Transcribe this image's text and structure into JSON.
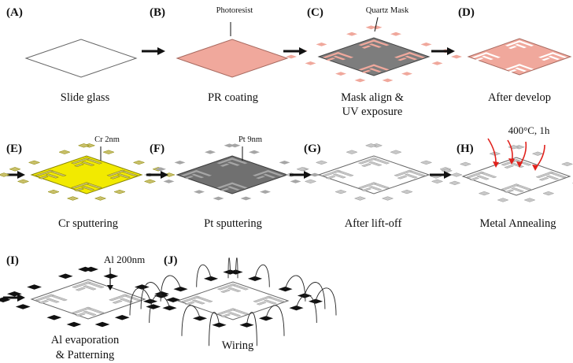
{
  "steps": [
    {
      "letter": "(A)",
      "caption": [
        "Slide glass"
      ]
    },
    {
      "letter": "(B)",
      "caption": [
        "PR coating"
      ],
      "callout": "Photoresist"
    },
    {
      "letter": "(C)",
      "caption": [
        "Mask align &",
        "UV exposure"
      ],
      "callout": "Quartz  Mask"
    },
    {
      "letter": "(D)",
      "caption": [
        "After develop"
      ]
    },
    {
      "letter": "(E)",
      "caption": [
        "Cr sputtering"
      ],
      "callout": "Cr 2nm"
    },
    {
      "letter": "(F)",
      "caption": [
        "Pt sputtering"
      ],
      "callout": "Pt 9nm"
    },
    {
      "letter": "(G)",
      "caption": [
        "After lift-off"
      ]
    },
    {
      "letter": "(H)",
      "caption": [
        "Metal Annealing"
      ],
      "callout": "400°C, 1h"
    },
    {
      "letter": "(I)",
      "caption": [
        "Al evaporation",
        "& Patterning"
      ],
      "callout": "Al 200nm"
    },
    {
      "letter": "(J)",
      "caption": [
        "Wiring"
      ]
    }
  ],
  "colors": {
    "glass_edge": "#555555",
    "photoresist": "#f0a89c",
    "mask": "#7d7d7d",
    "chromium": "#f2ea00",
    "platinum": "#707070",
    "pattern": "#c8c8c8",
    "aluminum": "#111111",
    "heat_arrow": "#e0211c",
    "arrow": "#111111"
  }
}
